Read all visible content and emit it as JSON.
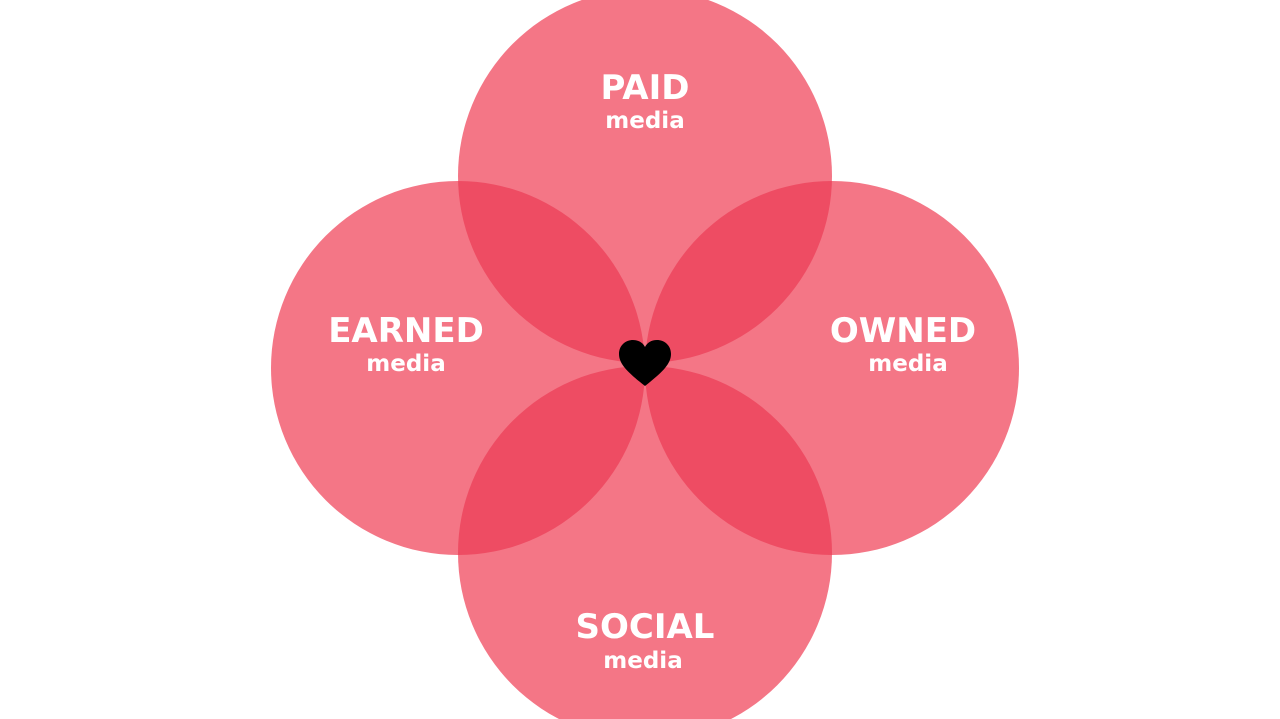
{
  "colors": {
    "circle_fill": "#f06378",
    "overlap_tint": "#ee4c63",
    "label_text": "#ffffff",
    "heart": "#000000",
    "background": "#ffffff"
  },
  "circles": {
    "paid": {
      "title": "PAID",
      "subtitle": "media"
    },
    "earned": {
      "title": "EARNED",
      "subtitle": "media"
    },
    "owned": {
      "title": "OWNED",
      "subtitle": "media"
    },
    "social": {
      "title": "SOCIAL",
      "subtitle": "media"
    }
  },
  "center_icon": "heart-icon"
}
